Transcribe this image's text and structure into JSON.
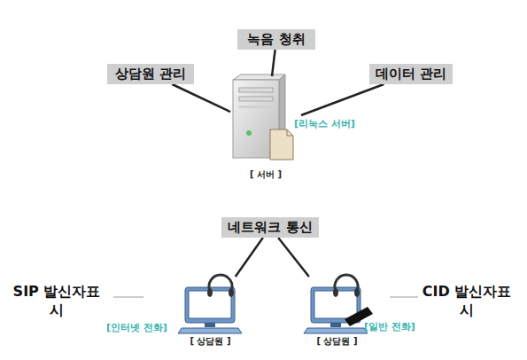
{
  "diagram": {
    "nodes": [
      {
        "text": [
          "녹음 청취"
        ]
      },
      {
        "text": [
          "상담원 관리"
        ]
      },
      {
        "text": [
          "데이터 관리"
        ]
      },
      {
        "text": [
          "[리눅스 서버]",
          "[ 서버 ]"
        ]
      },
      {
        "text": [
          "네트워크 통신"
        ]
      },
      {
        "text": [
          "[ 상담원 ]",
          "[인터넷 전화]"
        ]
      },
      {
        "text": [
          "[ 상담원 ]",
          "[일반 전화]"
        ]
      }
    ],
    "edges": [
      {
        "from": 0,
        "to": 3,
        "arrow": "none"
      },
      {
        "from": 1,
        "to": 3,
        "arrow": "none"
      },
      {
        "from": 2,
        "to": 3,
        "arrow": "none"
      },
      {
        "from": 4,
        "to": 5,
        "arrow": "none"
      },
      {
        "from": 4,
        "to": 6,
        "arrow": "none"
      }
    ],
    "labels": [
      "SIP 발신자표시",
      "CID 발신자표시"
    ]
  }
}
